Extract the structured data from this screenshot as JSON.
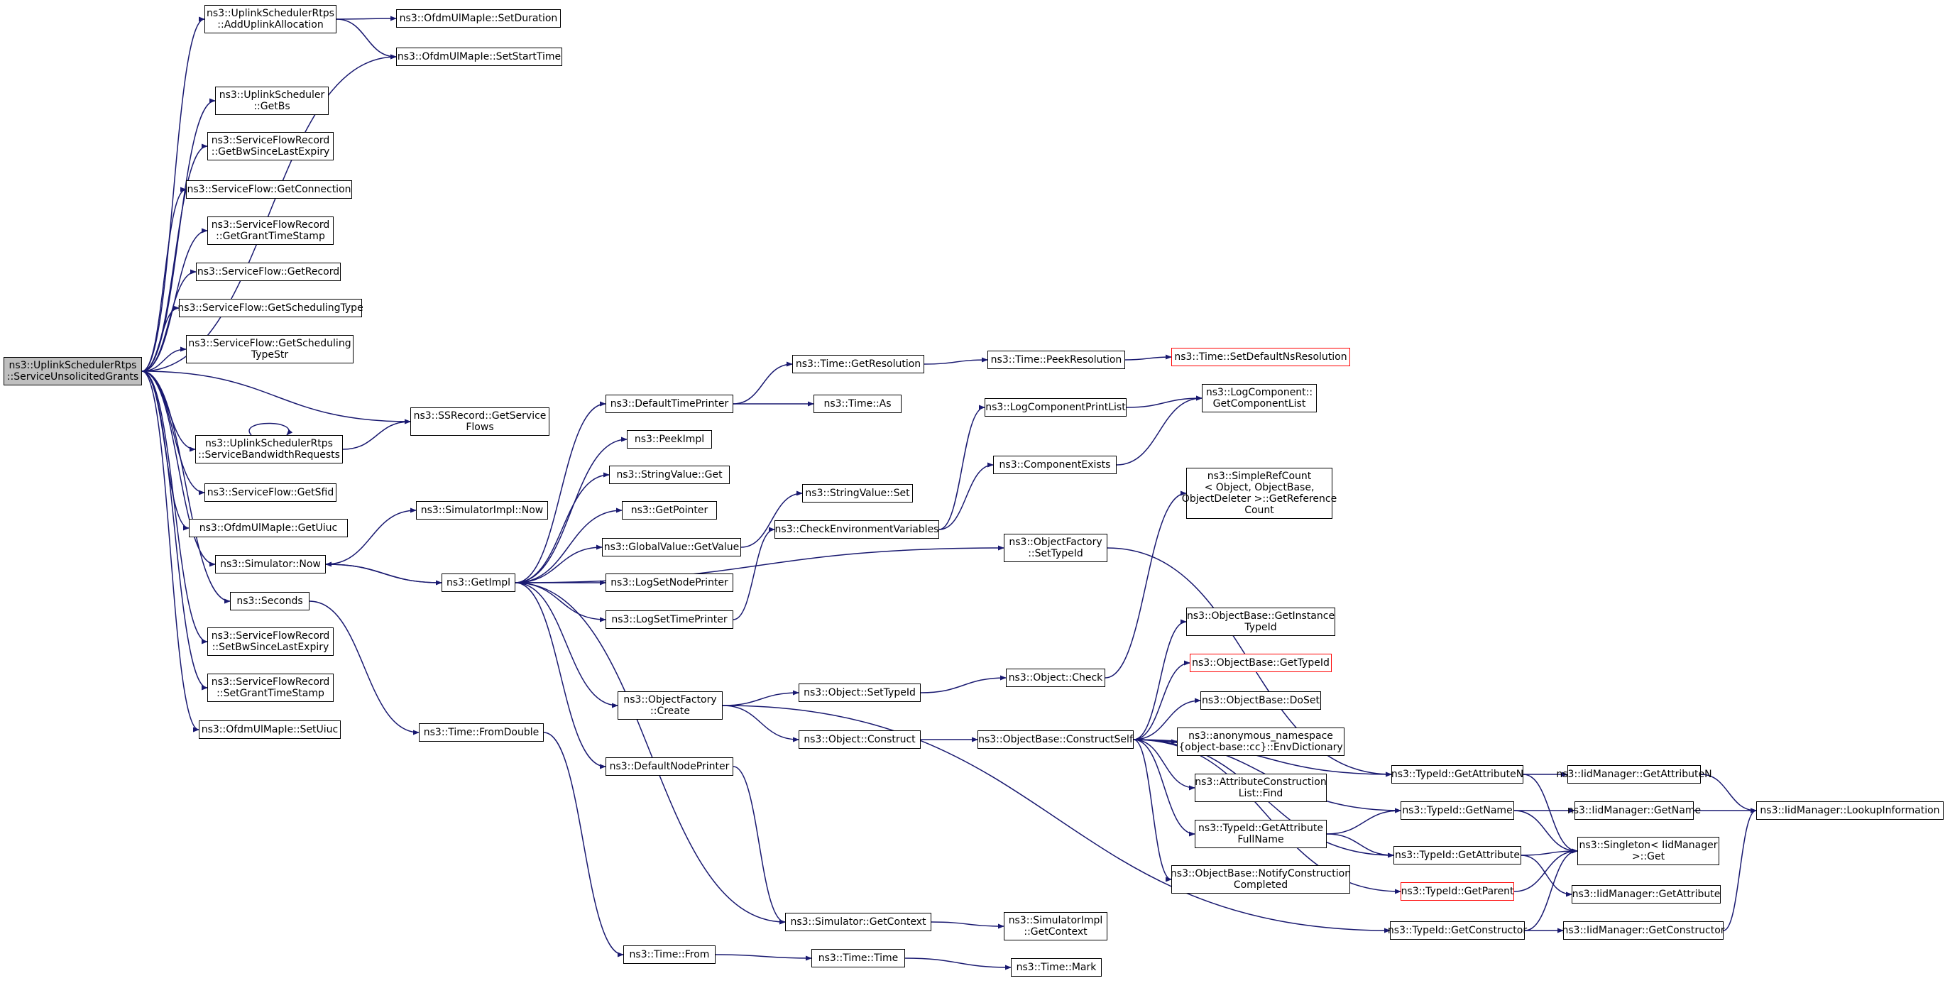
{
  "colors": {
    "edge": "#191970",
    "box": "#000000",
    "missing": "#ff0000",
    "root_fill": "#bfbfbf"
  },
  "nodes": [
    {
      "id": "root",
      "lines": [
        "ns3::UplinkSchedulerRtps",
        "::ServiceUnsolicitedGrants"
      ]
    },
    {
      "id": "n1",
      "lines": [
        "ns3::UplinkSchedulerRtps",
        "::AddUplinkAllocation"
      ]
    },
    {
      "id": "n2",
      "lines": [
        "ns3::OfdmUlMapIe::SetDuration"
      ]
    },
    {
      "id": "n3",
      "lines": [
        "ns3::OfdmUlMapIe::SetStartTime"
      ]
    },
    {
      "id": "n4",
      "lines": [
        "ns3::UplinkScheduler",
        "::GetBs"
      ]
    },
    {
      "id": "n5",
      "lines": [
        "ns3::ServiceFlowRecord",
        "::GetBwSinceLastExpiry"
      ]
    },
    {
      "id": "n6",
      "lines": [
        "ns3::ServiceFlow::GetConnection"
      ]
    },
    {
      "id": "n7",
      "lines": [
        "ns3::ServiceFlowRecord",
        "::GetGrantTimeStamp"
      ]
    },
    {
      "id": "n8",
      "lines": [
        "ns3::ServiceFlow::GetRecord"
      ]
    },
    {
      "id": "n9",
      "lines": [
        "ns3::ServiceFlow::GetSchedulingType"
      ]
    },
    {
      "id": "n10",
      "lines": [
        "ns3::ServiceFlow::GetScheduling",
        "TypeStr"
      ]
    },
    {
      "id": "n11",
      "lines": [
        "ns3::SSRecord::GetService",
        "Flows"
      ]
    },
    {
      "id": "n12",
      "lines": [
        "ns3::UplinkSchedulerRtps",
        "::ServiceBandwidthRequests"
      ]
    },
    {
      "id": "n13",
      "lines": [
        "ns3::ServiceFlow::GetSfid"
      ]
    },
    {
      "id": "n14",
      "lines": [
        "ns3::OfdmUlMapIe::GetUiuc"
      ]
    },
    {
      "id": "n15",
      "lines": [
        "ns3::Simulator::Now"
      ]
    },
    {
      "id": "n16",
      "lines": [
        "ns3::Seconds"
      ]
    },
    {
      "id": "n17",
      "lines": [
        "ns3::ServiceFlowRecord",
        "::SetBwSinceLastExpiry"
      ]
    },
    {
      "id": "n18",
      "lines": [
        "ns3::ServiceFlowRecord",
        "::SetGrantTimeStamp"
      ]
    },
    {
      "id": "n19",
      "lines": [
        "ns3::OfdmUlMapIe::SetUiuc"
      ]
    },
    {
      "id": "n20",
      "lines": [
        "ns3::SimulatorImpl::Now"
      ]
    },
    {
      "id": "n21",
      "lines": [
        "ns3::GetImpl"
      ]
    },
    {
      "id": "n22",
      "lines": [
        "ns3::Time::FromDouble"
      ]
    },
    {
      "id": "n23",
      "lines": [
        "ns3::DefaultTimePrinter"
      ]
    },
    {
      "id": "n24",
      "lines": [
        "ns3::PeekImpl"
      ]
    },
    {
      "id": "n25",
      "lines": [
        "ns3::StringValue::Get"
      ]
    },
    {
      "id": "n26",
      "lines": [
        "ns3::GetPointer"
      ]
    },
    {
      "id": "n27",
      "lines": [
        "ns3::GlobalValue::GetValue"
      ]
    },
    {
      "id": "n28",
      "lines": [
        "ns3::LogSetNodePrinter"
      ]
    },
    {
      "id": "n29",
      "lines": [
        "ns3::LogSetTimePrinter"
      ]
    },
    {
      "id": "n30",
      "lines": [
        "ns3::ObjectFactory",
        "::Create"
      ]
    },
    {
      "id": "n31",
      "lines": [
        "ns3::DefaultNodePrinter"
      ]
    },
    {
      "id": "n32",
      "lines": [
        "ns3::Time::From"
      ]
    },
    {
      "id": "n33",
      "lines": [
        "ns3::Time::GetResolution"
      ]
    },
    {
      "id": "n34",
      "lines": [
        "ns3::Time::As"
      ]
    },
    {
      "id": "n35",
      "lines": [
        "ns3::StringValue::Set"
      ]
    },
    {
      "id": "n36",
      "lines": [
        "ns3::CheckEnvironmentVariables"
      ]
    },
    {
      "id": "n37",
      "lines": [
        "ns3::Object::SetTypeId"
      ]
    },
    {
      "id": "n38",
      "lines": [
        "ns3::Object::Construct"
      ]
    },
    {
      "id": "n39",
      "lines": [
        "ns3::Simulator::GetContext"
      ]
    },
    {
      "id": "n40",
      "lines": [
        "ns3::Time::Time"
      ]
    },
    {
      "id": "n41",
      "lines": [
        "ns3::Time::PeekResolution"
      ]
    },
    {
      "id": "n42",
      "lines": [
        "ns3::LogComponentPrintList"
      ]
    },
    {
      "id": "n43",
      "lines": [
        "ns3::ComponentExists"
      ]
    },
    {
      "id": "n44",
      "lines": [
        "ns3::ObjectFactory",
        "::SetTypeId"
      ]
    },
    {
      "id": "n45",
      "lines": [
        "ns3::Object::Check"
      ]
    },
    {
      "id": "n46",
      "lines": [
        "ns3::ObjectBase::ConstructSelf"
      ]
    },
    {
      "id": "n47",
      "lines": [
        "ns3::SimulatorImpl",
        "::GetContext"
      ]
    },
    {
      "id": "n48",
      "lines": [
        "ns3::Time::Mark"
      ]
    },
    {
      "id": "n49",
      "lines": [
        "ns3::Time::SetDefaultNsResolution"
      ]
    },
    {
      "id": "n50",
      "lines": [
        "ns3::LogComponent::",
        "GetComponentList"
      ]
    },
    {
      "id": "n51",
      "lines": [
        "ns3::SimpleRefCount",
        "< Object, ObjectBase,",
        "ObjectDeleter >::GetReference",
        "Count"
      ]
    },
    {
      "id": "n52",
      "lines": [
        "ns3::ObjectBase::GetInstance",
        "TypeId"
      ]
    },
    {
      "id": "n53",
      "lines": [
        "ns3::ObjectBase::GetTypeId"
      ]
    },
    {
      "id": "n54",
      "lines": [
        "ns3::ObjectBase::DoSet"
      ]
    },
    {
      "id": "n55",
      "lines": [
        "ns3::anonymous_namespace",
        "{object-base::cc}::EnvDictionary"
      ]
    },
    {
      "id": "n56",
      "lines": [
        "ns3::AttributeConstruction",
        "List::Find"
      ]
    },
    {
      "id": "n57",
      "lines": [
        "ns3::TypeId::GetAttribute",
        "FullName"
      ]
    },
    {
      "id": "n58",
      "lines": [
        "ns3::ObjectBase::NotifyConstruction",
        "Completed"
      ]
    },
    {
      "id": "n59",
      "lines": [
        "ns3::TypeId::GetAttributeN"
      ]
    },
    {
      "id": "n60",
      "lines": [
        "ns3::TypeId::GetName"
      ]
    },
    {
      "id": "n61",
      "lines": [
        "ns3::TypeId::GetAttribute"
      ]
    },
    {
      "id": "n62",
      "lines": [
        "ns3::TypeId::GetParent"
      ]
    },
    {
      "id": "n63",
      "lines": [
        "ns3::TypeId::GetConstructor"
      ]
    },
    {
      "id": "n64",
      "lines": [
        "ns3::IidManager::GetAttributeN"
      ]
    },
    {
      "id": "n65",
      "lines": [
        "ns3::IidManager::GetName"
      ]
    },
    {
      "id": "n66",
      "lines": [
        "ns3::Singleton< IidManager",
        ">::Get"
      ]
    },
    {
      "id": "n67",
      "lines": [
        "ns3::IidManager::GetAttribute"
      ]
    },
    {
      "id": "n68",
      "lines": [
        "ns3::IidManager::GetConstructor"
      ]
    },
    {
      "id": "n69",
      "lines": [
        "ns3::IidManager::LookupInformation"
      ]
    }
  ]
}
